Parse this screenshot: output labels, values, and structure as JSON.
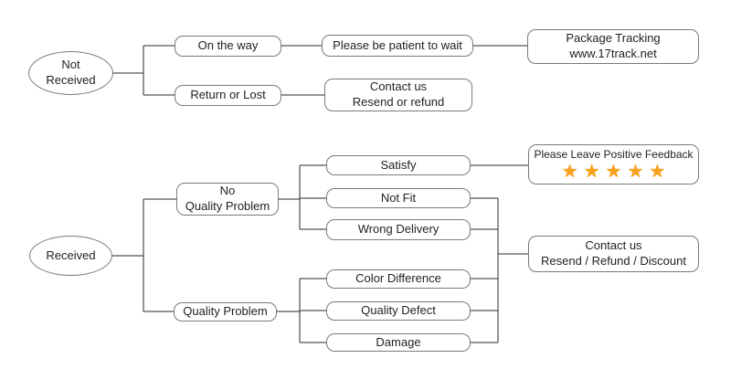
{
  "diagram": {
    "background": "#ffffff",
    "colors": {
      "box_border": "#7a7a7a",
      "connector_line": "#2a2a2a",
      "text": "#1f1f1f",
      "star": "#F9A11B"
    }
  },
  "nodes": {
    "not_received": {
      "label": "Not\nReceived"
    },
    "on_the_way": {
      "label": "On the way"
    },
    "please_be_patient": {
      "label": "Please be patient to wait"
    },
    "package_tracking": {
      "label": "Package Tracking\nwww.17track.net"
    },
    "return_or_lost": {
      "label": "Return or Lost"
    },
    "contact_resend_refund": {
      "label": "Contact us\nResend or refund"
    },
    "received": {
      "label": "Received"
    },
    "no_quality_problem": {
      "label": "No\nQuality Problem"
    },
    "quality_problem": {
      "label": "Quality Problem"
    },
    "satisfy": {
      "label": "Satisfy"
    },
    "not_fit": {
      "label": "Not Fit"
    },
    "wrong_delivery": {
      "label": "Wrong Delivery"
    },
    "color_difference": {
      "label": "Color Difference"
    },
    "quality_defect": {
      "label": "Quality Defect"
    },
    "damage": {
      "label": "Damage"
    },
    "positive_feedback": {
      "label": "Please Leave Positive Feedback",
      "star_glyph": "★",
      "star_count": 5,
      "star_color": "#F9A11B"
    },
    "contact_resend_refund_discount": {
      "label": "Contact us\nResend / Refund / Discount"
    }
  }
}
